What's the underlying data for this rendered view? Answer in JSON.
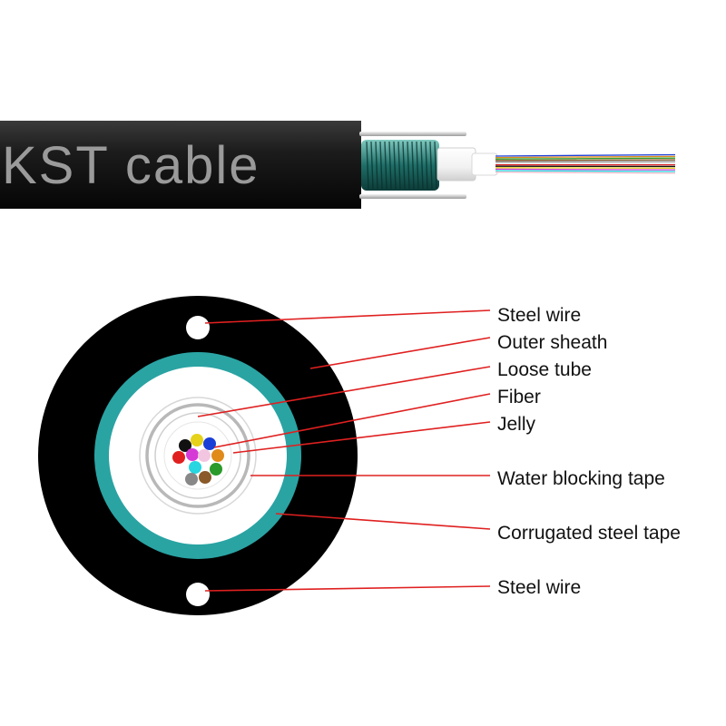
{
  "cable_image": {
    "brand_text": "KST cable",
    "fiber_colors": [
      "#1a3fd6",
      "#e08a1a",
      "#2a9a2a",
      "#8a5a2a",
      "#888888",
      "#dddddd",
      "#e02020",
      "#111111",
      "#e6d21a",
      "#d63ad6",
      "#27d6e0",
      "#f0b8c8"
    ]
  },
  "cross_section": {
    "outer_sheath_color": "#000000",
    "armor_color": "#2aa3a3",
    "fiber_colors": [
      "#e6d21a",
      "#1a3fd6",
      "#111111",
      "#e02020",
      "#d63ad6",
      "#f2c6e0",
      "#e08a1a",
      "#27d6e0",
      "#2a9a2a",
      "#888888",
      "#8a5a2a"
    ]
  },
  "labels": {
    "steel_wire_top": "Steel wire",
    "outer_sheath": "Outer sheath",
    "loose_tube": "Loose tube",
    "fiber": "Fiber",
    "jelly": "Jelly",
    "water_blocking_tape": "Water blocking tape",
    "corrugated_steel_tape": "Corrugated steel tape",
    "steel_wire_bottom": "Steel wire"
  },
  "colors": {
    "leader_line": "#e02020",
    "label_text": "#111111"
  }
}
